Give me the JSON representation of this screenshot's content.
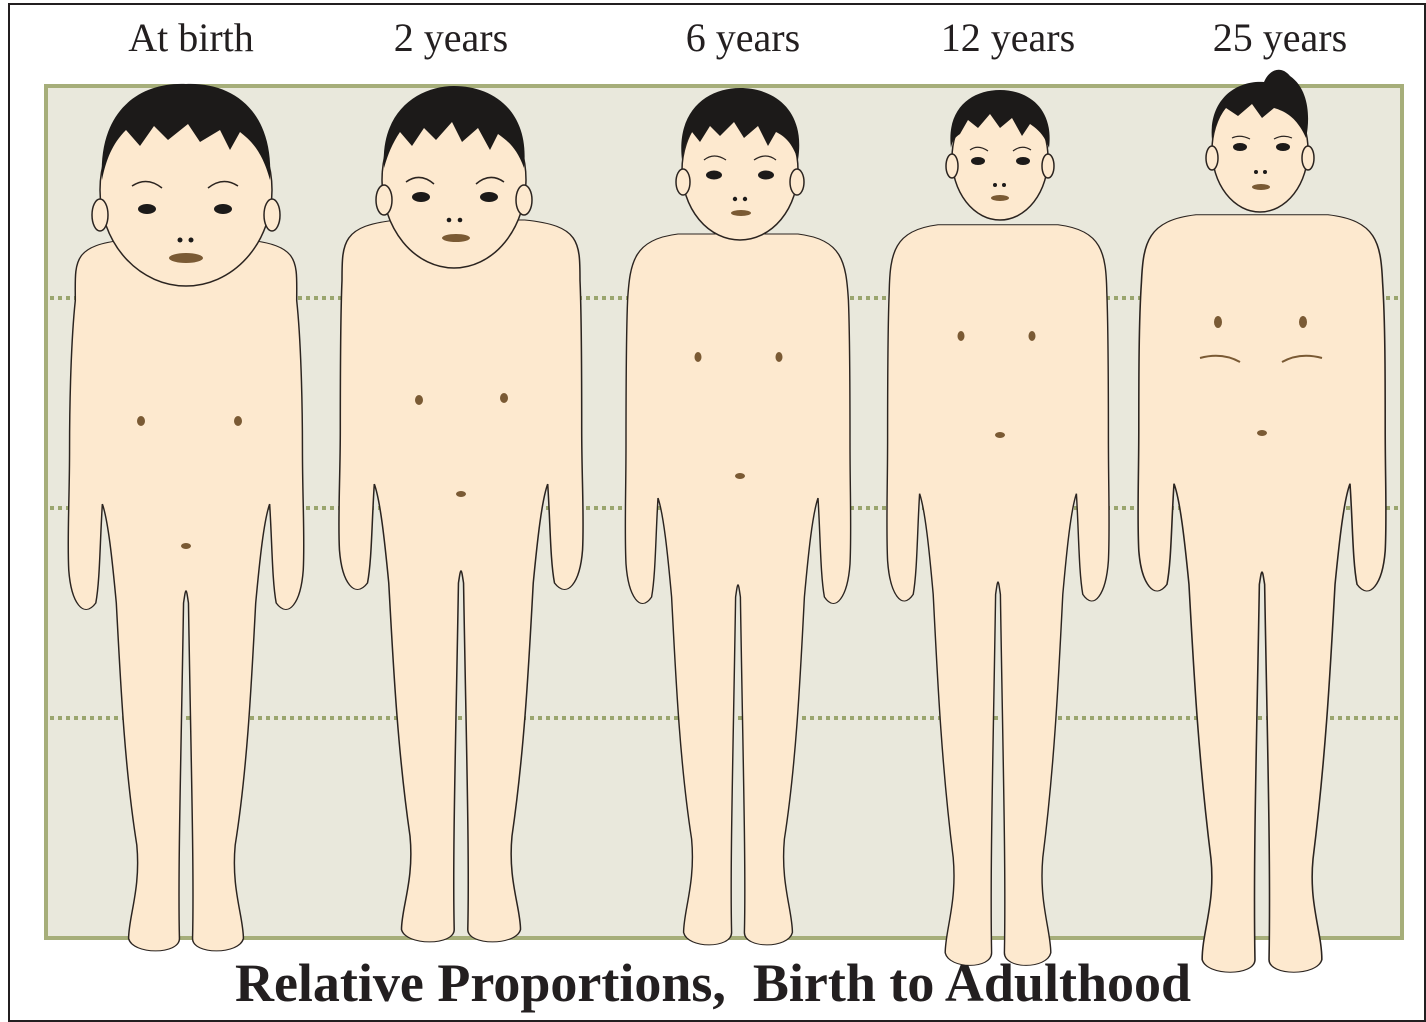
{
  "labels": {
    "at_birth": "At birth",
    "age_2": "2 years",
    "age_6": "6 years",
    "age_12": "12 years",
    "age_25": "25 years"
  },
  "caption": "Relative Proportions,  Birth to Adulthood",
  "colors": {
    "panel_background": "#e9e8dc",
    "panel_border": "#a6ae7a",
    "guide_line": "#9aa56e",
    "skin": "#fde9cf",
    "outline": "#2b2420",
    "hair": "#1c1a19",
    "features": "#7a5a34",
    "text": "#231f20"
  }
}
